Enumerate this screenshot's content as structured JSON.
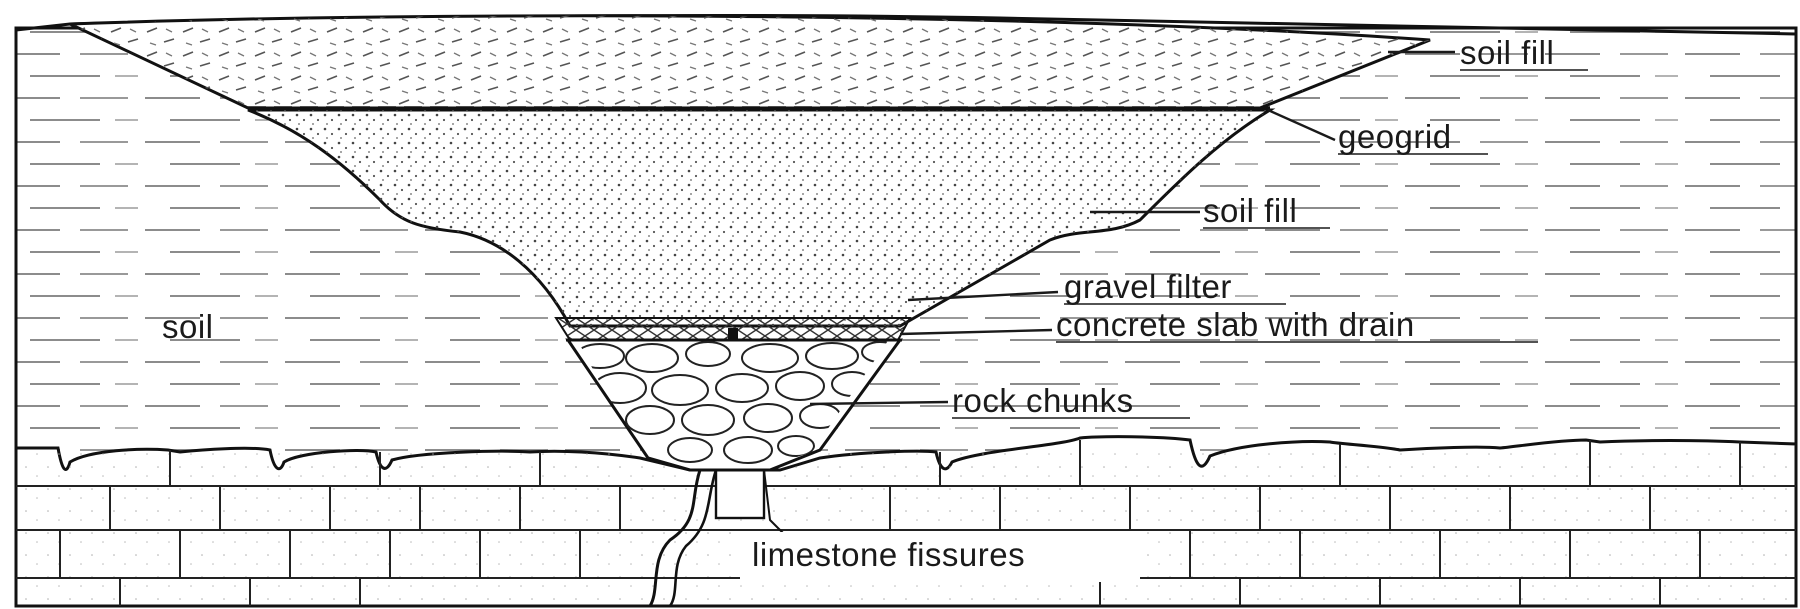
{
  "diagram": {
    "labels": {
      "soil_fill_top": "soil fill",
      "geogrid": "geogrid",
      "soil_fill_mid": "soil fill",
      "gravel_filter": "gravel filter",
      "concrete_slab": "concrete slab with drain",
      "rock_chunks": "rock chunks",
      "soil": "soil",
      "limestone": "limestone fissures"
    },
    "colors": {
      "ink": "#1a1a1a",
      "background": "#ffffff",
      "fill_texture": "#555555"
    }
  }
}
